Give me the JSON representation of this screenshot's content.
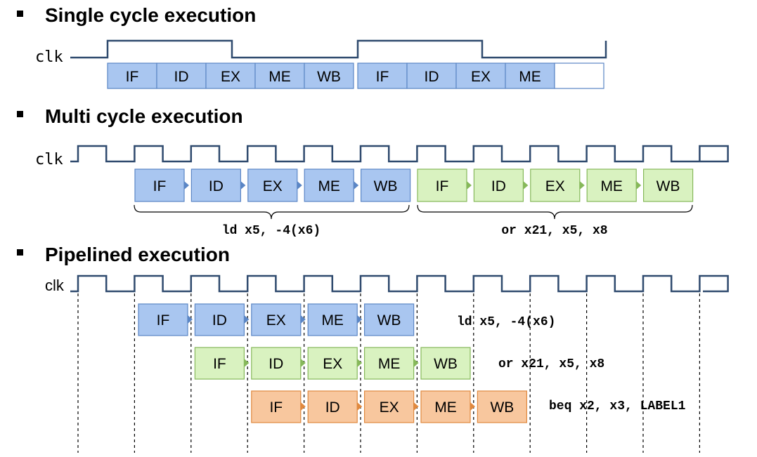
{
  "headings": {
    "single": "Single cycle execution",
    "multi": "Multi cycle execution",
    "pipelined": "Pipelined execution"
  },
  "clk_labels": {
    "single": "clk",
    "multi": "clk",
    "pipelined": "clk"
  },
  "single_cycle": {
    "stages": [
      "IF",
      "ID",
      "EX",
      "ME",
      "WB",
      "IF",
      "ID",
      "EX",
      "ME",
      ""
    ]
  },
  "multi_cycle": {
    "stages": [
      "IF",
      "ID",
      "EX",
      "ME",
      "WB",
      "IF",
      "ID",
      "EX",
      "ME",
      "WB"
    ],
    "instructions": [
      "ld x5, -4(x6)",
      "or x21, x5, x8"
    ]
  },
  "pipelined": {
    "rows": [
      {
        "stages": [
          "IF",
          "ID",
          "EX",
          "ME",
          "WB"
        ],
        "instruction": "ld x5, -4(x6)"
      },
      {
        "stages": [
          "IF",
          "ID",
          "EX",
          "ME",
          "WB"
        ],
        "instruction": "or x21, x5, x8"
      },
      {
        "stages": [
          "IF",
          "ID",
          "EX",
          "ME",
          "WB"
        ],
        "instruction": "beq x2, x3, LABEL1"
      }
    ]
  },
  "colors": {
    "blue_fill": "#a9c6f0",
    "blue_stroke": "#5b86c5",
    "green_fill": "#d9f2c0",
    "green_stroke": "#86b85a",
    "orange_fill": "#f8c79e",
    "orange_stroke": "#e0893f",
    "white_fill": "#ffffff",
    "wave": "#2f4a6e"
  }
}
